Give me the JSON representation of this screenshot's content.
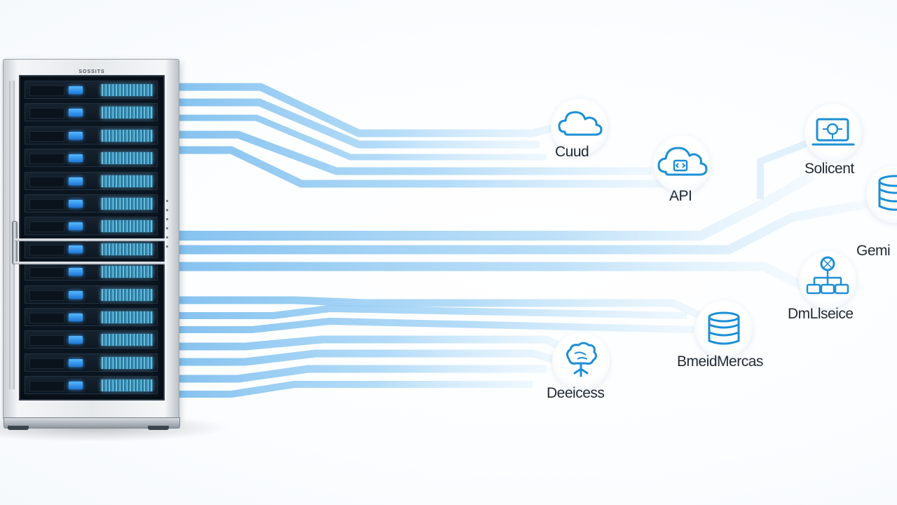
{
  "rack": {
    "label": "SOSSITS",
    "unit_count": 14,
    "led_color": "#2f8cf0",
    "bay_color": "#6cc8f0"
  },
  "colors": {
    "flow_line": "#8cc8f2",
    "icon_stroke": "#1c8fd6",
    "label_text": "#1f2933"
  },
  "nodes": [
    {
      "id": "cloud",
      "label": "Cuud",
      "icon": "cloud-icon"
    },
    {
      "id": "api",
      "label": "API",
      "icon": "cloud-code-icon"
    },
    {
      "id": "solicent",
      "label": "Solicent",
      "icon": "laptop-network-icon"
    },
    {
      "id": "gemi",
      "label": "Gemi",
      "icon": "database-icon"
    },
    {
      "id": "dmllseice",
      "label": "DmLlseice",
      "icon": "network-hierarchy-icon"
    },
    {
      "id": "bmeidmercas",
      "label": "BmeidMercas",
      "icon": "database-icon"
    },
    {
      "id": "deeicess",
      "label": "Deeicess",
      "icon": "brain-tree-icon"
    }
  ]
}
